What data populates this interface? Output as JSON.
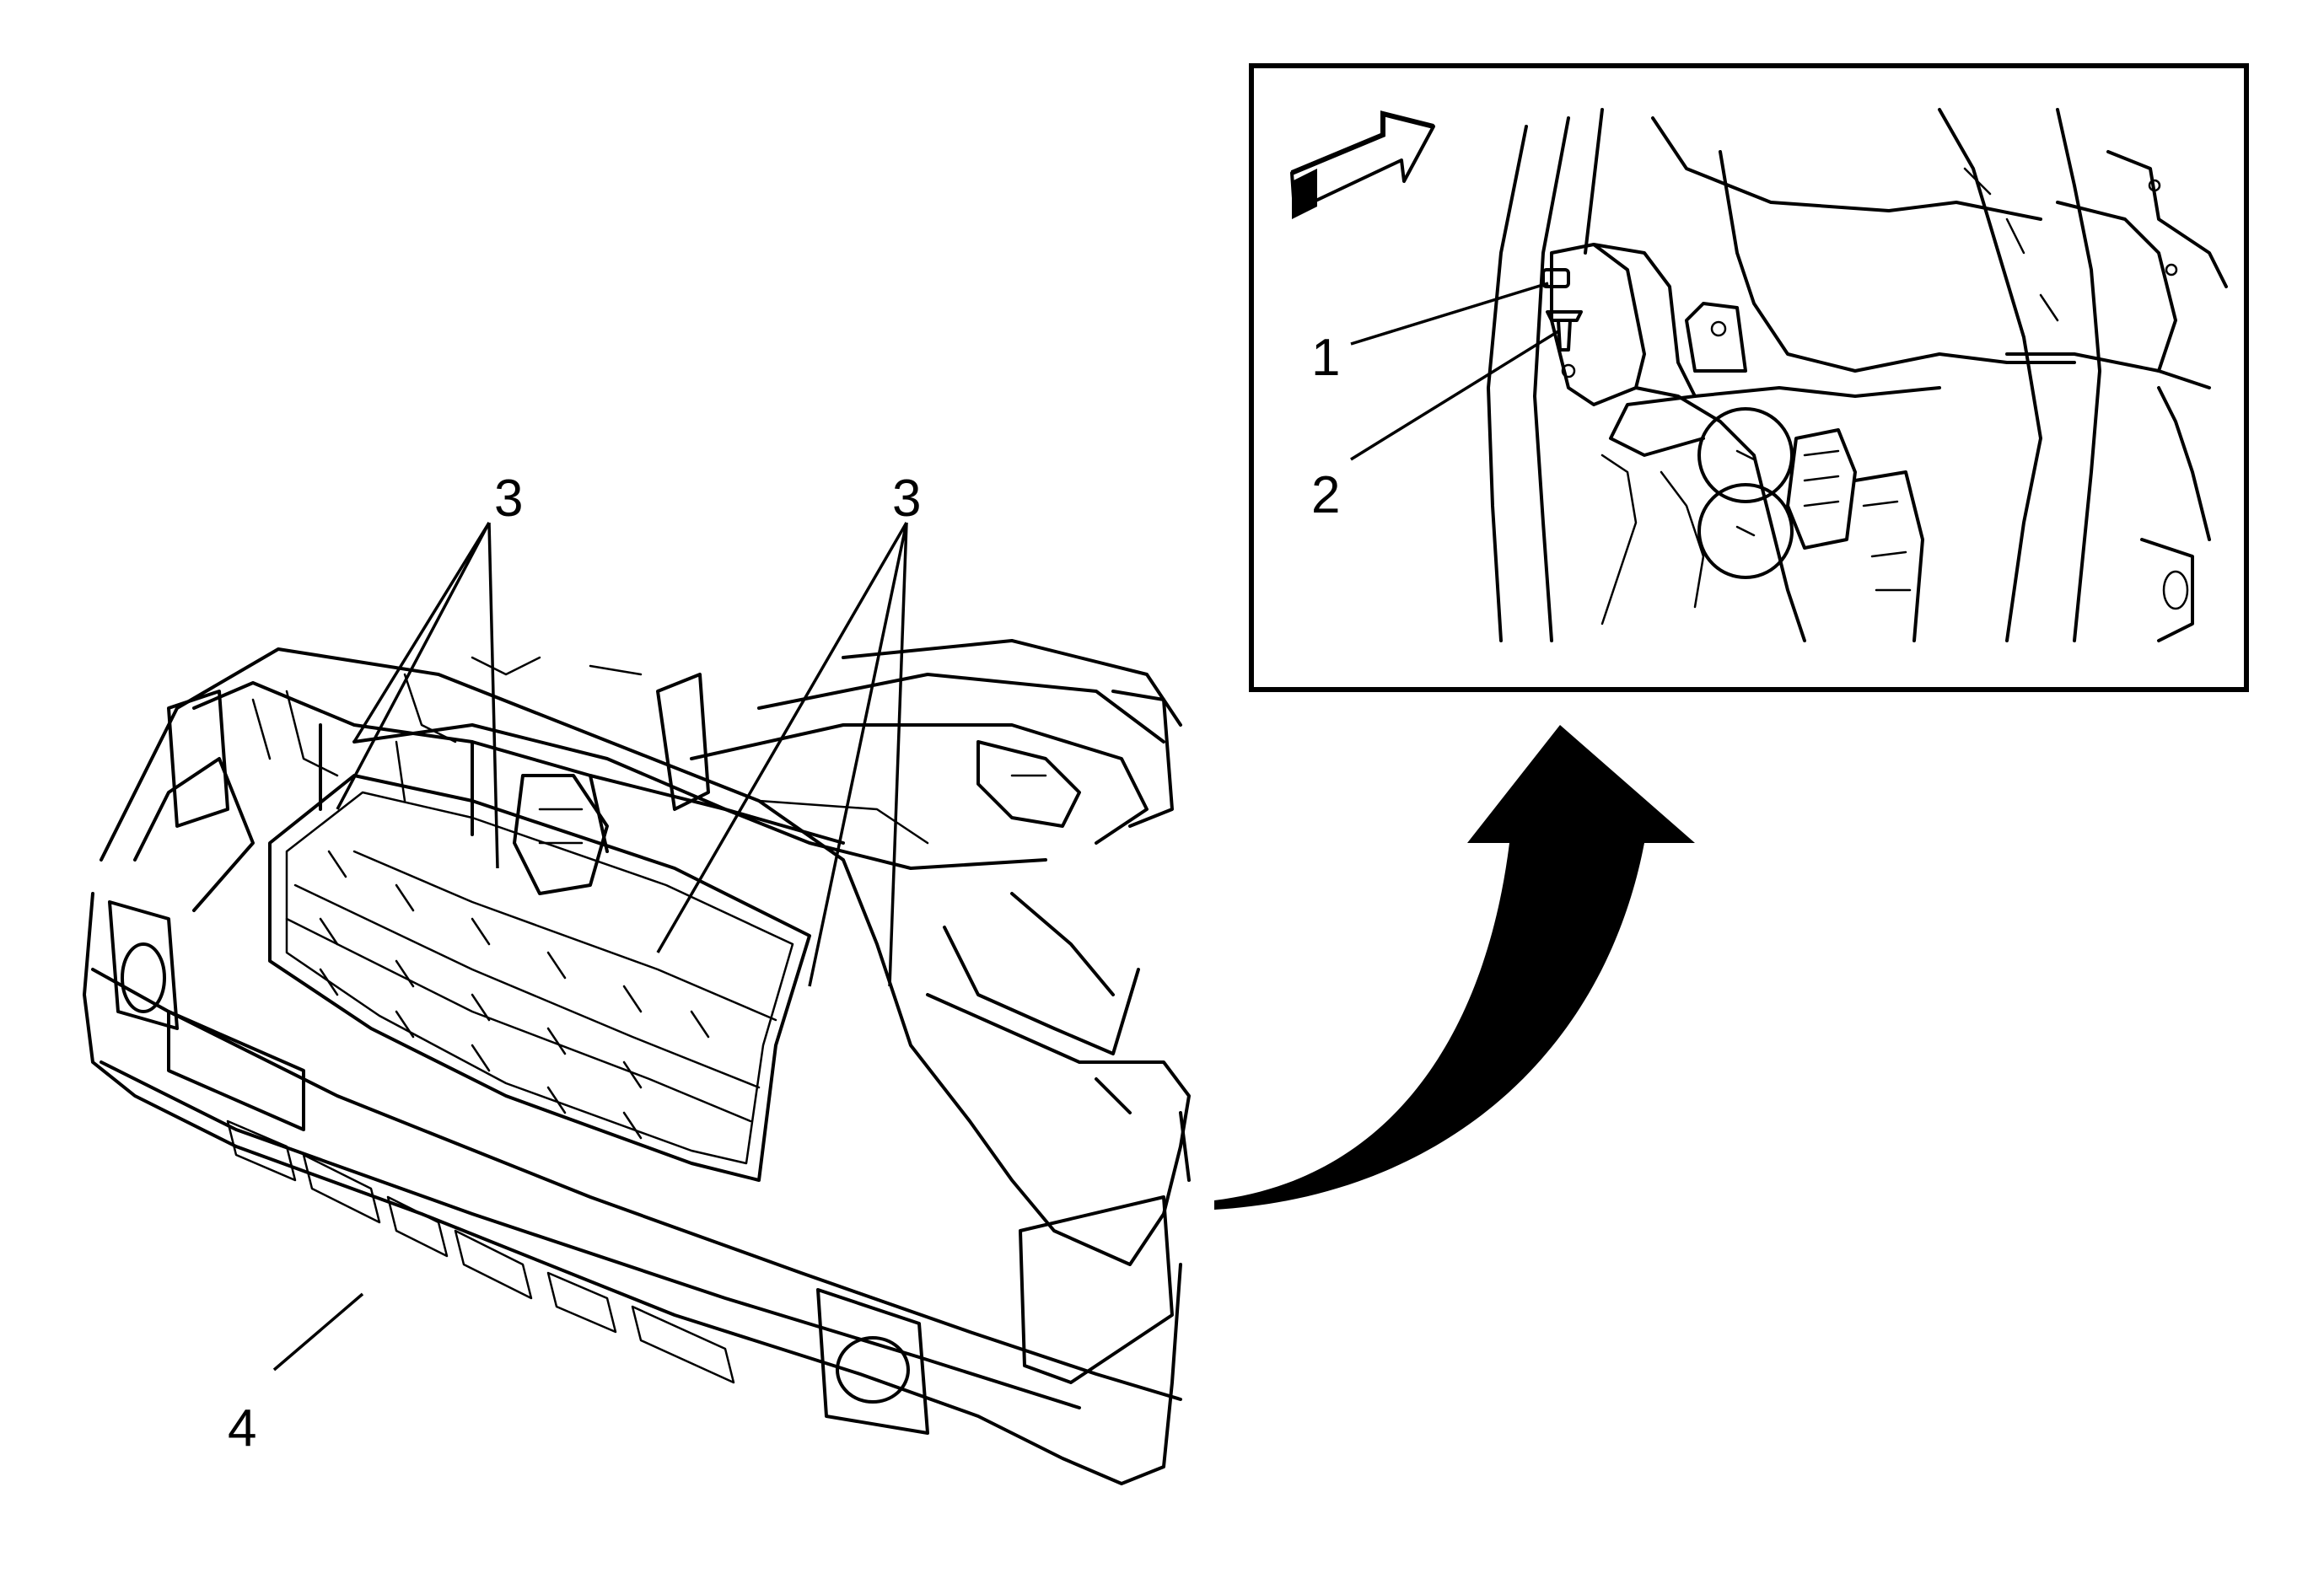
{
  "callouts": {
    "c1": "1",
    "c2": "2",
    "c3_left": "3",
    "c3_right": "3",
    "c4": "4"
  },
  "icons": {
    "direction_arrow": "forward-direction-arrow-icon",
    "transition_arrow": "curved-arrow-icon"
  },
  "colors": {
    "line": "#000000",
    "background": "#ffffff"
  }
}
